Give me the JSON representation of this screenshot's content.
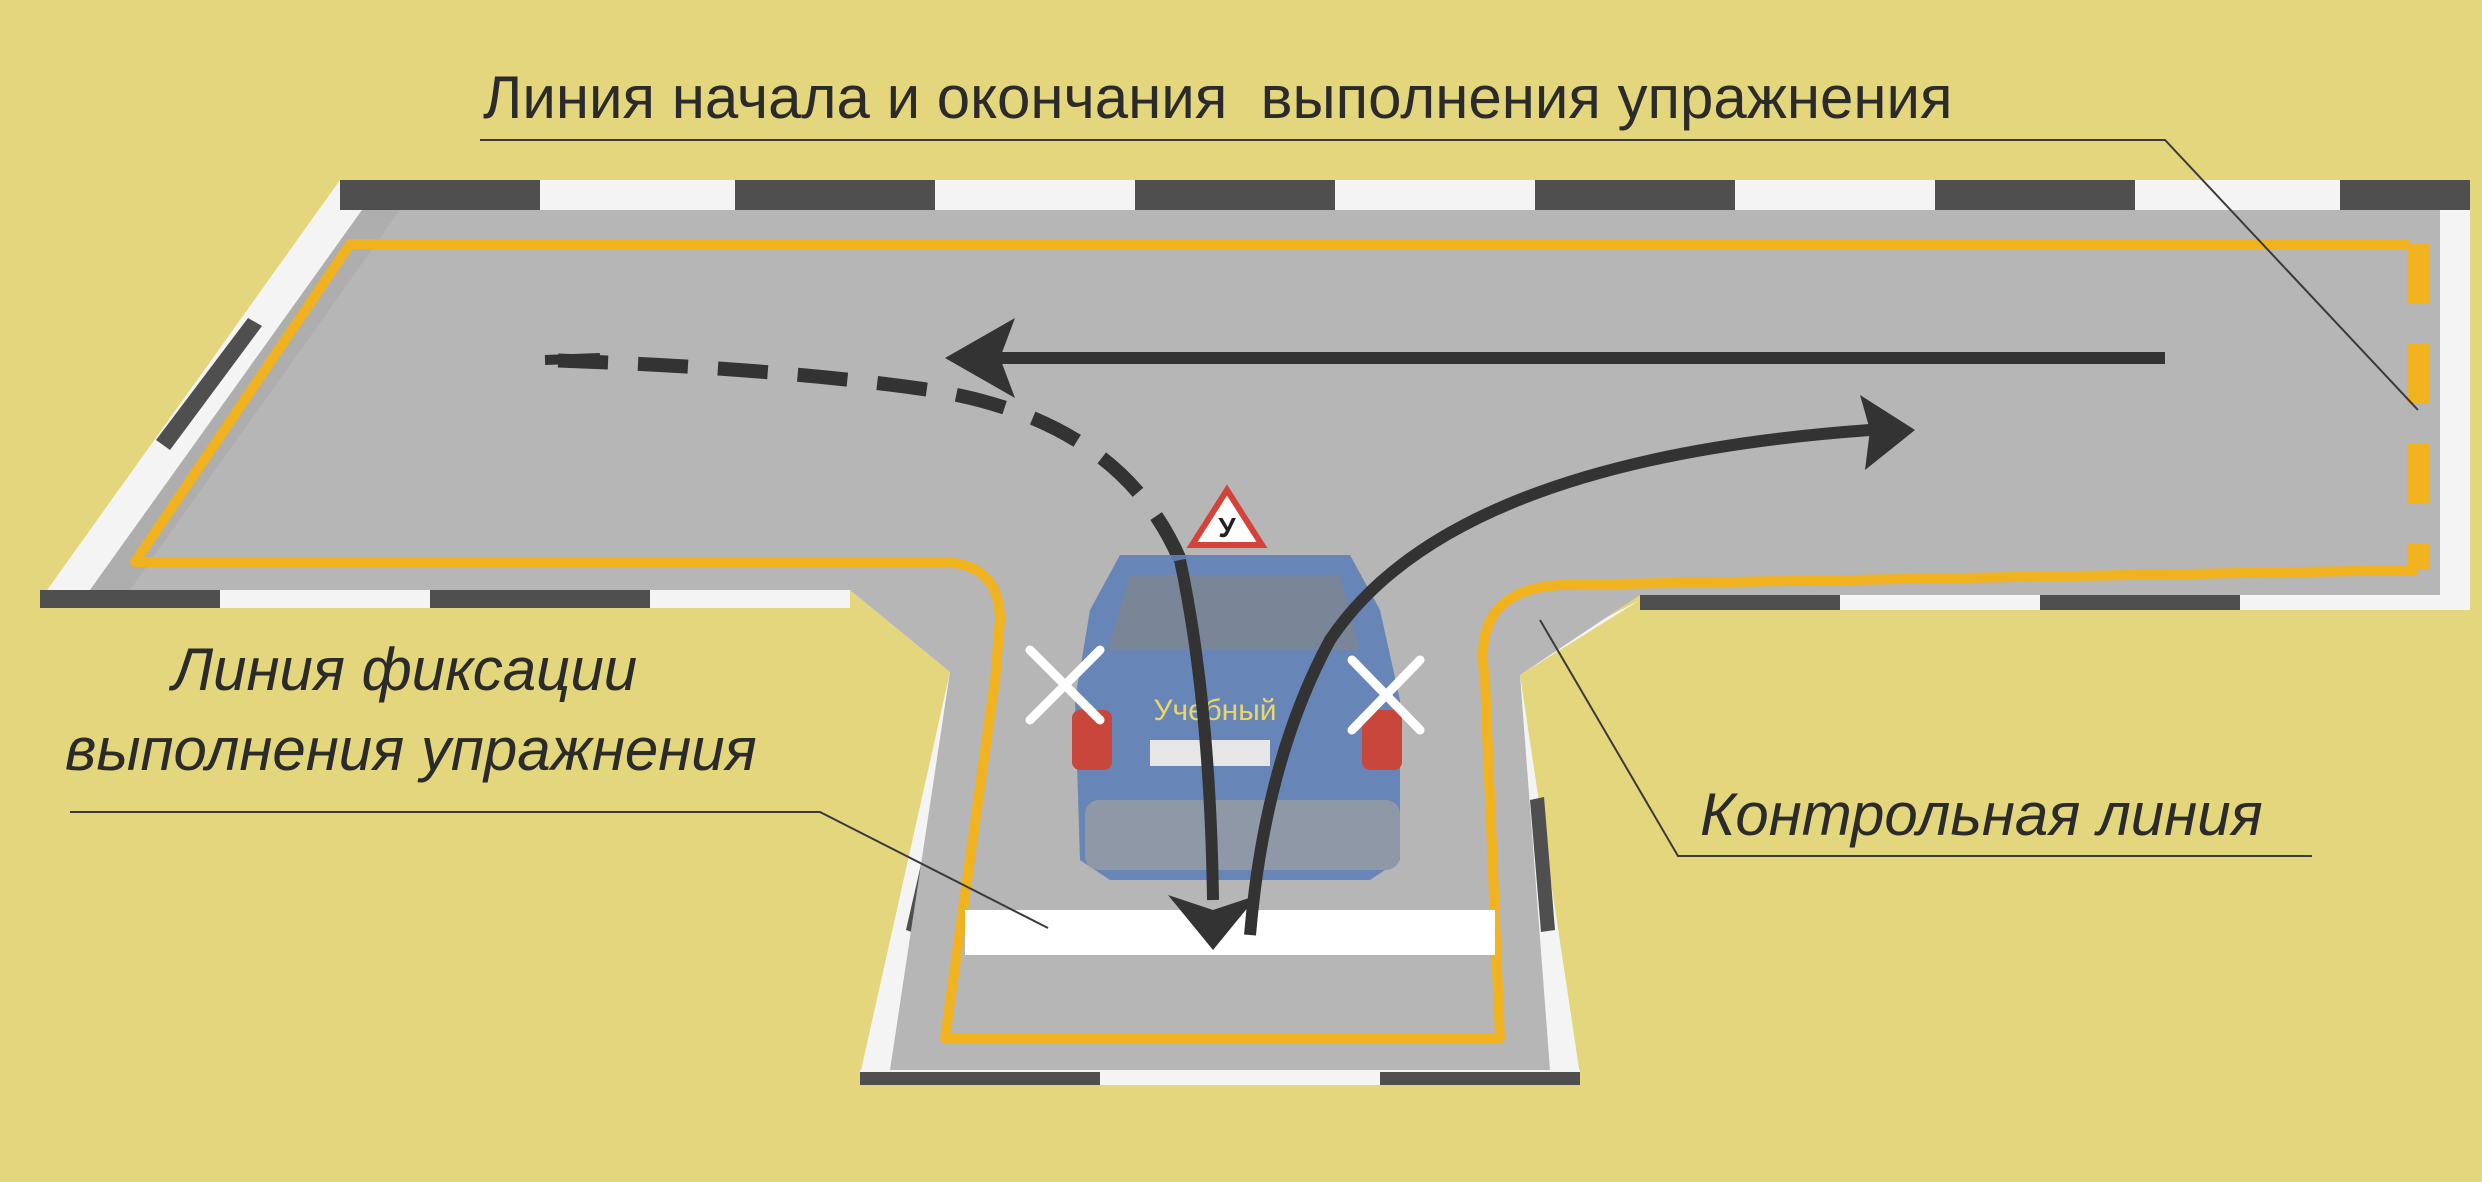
{
  "colors": {
    "background": "#e3d67c",
    "asphalt": "#b6b6b6",
    "curb_white": "#f4f4f4",
    "curb_dark": "#4f4f4f",
    "marking_yellow": "#f0b21e",
    "arrow": "#333333",
    "car_body": "#5f7fb8",
    "car_lights": "#c8463a",
    "cross_white": "#ffffff",
    "stop_line": "#ffffff",
    "leader_line": "#3a3a3a"
  },
  "labels": {
    "start_end_line": "Линия начала и окончания  выполнения упражнения",
    "fixation_line_1": "Линия фиксации",
    "fixation_line_2": "выполнения упражнения",
    "control_line": "Контрольная линия"
  },
  "car": {
    "sign_letter": "У",
    "body_text": "Учебный"
  },
  "icons": {
    "car": "learner-car-rear-icon",
    "sign": "training-triangle-sign-icon",
    "crossing_marks": "x-mark-icon"
  }
}
